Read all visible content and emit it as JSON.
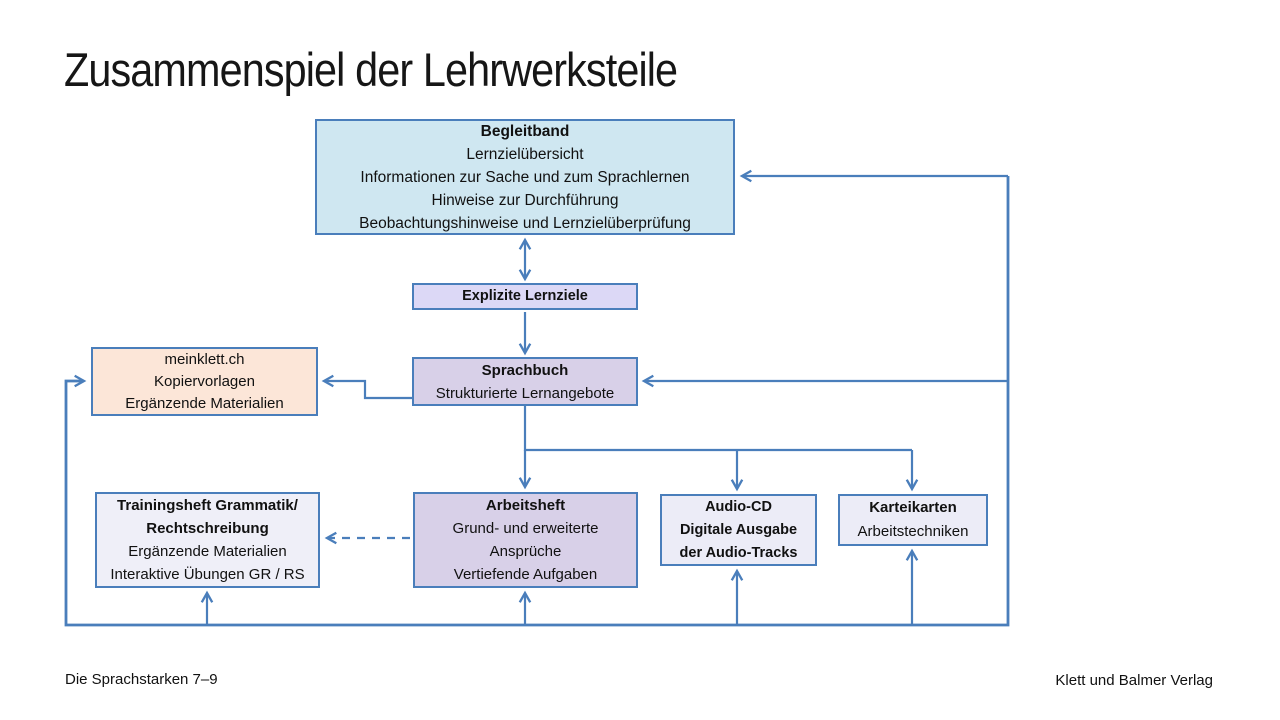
{
  "title": "Zusammenspiel der Lehrwerksteile",
  "footer": {
    "left": "Die Sprachstarken 7–9",
    "right": "Klett und Balmer Verlag"
  },
  "colors": {
    "line_accent": "#4a7ebb",
    "begleitband_fill": "#cfe7f1",
    "explizite_fill": "#dcd8f6",
    "sprachbuch_fill": "#d8d0e8",
    "meinklett_fill": "#fce6d8",
    "pale_fill": "#ececf7",
    "background": "#ffffff"
  },
  "nodes": {
    "begleitband": {
      "lines": [
        "Begleitband",
        "Lernzielübersicht",
        "Informationen zur Sache und zum Sprachlernen",
        "Hinweise zur Durchführung",
        "Beobachtungshinweise und Lernzielüberprüfung"
      ]
    },
    "explizite": {
      "lines": [
        "Explizite Lernziele"
      ]
    },
    "sprachbuch": {
      "lines": [
        "Sprachbuch",
        "Strukturierte Lernangebote"
      ]
    },
    "meinklett": {
      "lines": [
        "meinklett.ch",
        "Kopiervorlagen",
        "Ergänzende Materialien"
      ]
    },
    "trainingsheft": {
      "lines": [
        "Trainingsheft Grammatik/",
        "Rechtschreibung",
        "Ergänzende Materialien",
        "Interaktive Übungen GR / RS"
      ]
    },
    "arbeitsheft": {
      "lines": [
        "Arbeitsheft",
        "Grund- und erweiterte",
        "Ansprüche",
        "Vertiefende Aufgaben"
      ]
    },
    "audiocd": {
      "lines": [
        "Audio-CD",
        "Digitale Ausgabe",
        "der Audio-Tracks"
      ]
    },
    "karteikarten": {
      "lines": [
        "Karteikarten",
        "Arbeitstechniken"
      ]
    }
  },
  "edges": [
    {
      "from": "begleitband",
      "to": "explizite",
      "style": "double-arrow"
    },
    {
      "from": "explizite",
      "to": "sprachbuch",
      "style": "arrow"
    },
    {
      "from": "right-loop",
      "to": "begleitband",
      "style": "arrow"
    },
    {
      "from": "right-loop",
      "to": "sprachbuch",
      "style": "arrow"
    },
    {
      "from": "sprachbuch",
      "to": "meinklett",
      "style": "arrow"
    },
    {
      "from": "bottom-loop",
      "to": "meinklett",
      "style": "arrow"
    },
    {
      "from": "sprachbuch",
      "to": "arbeitsheft",
      "style": "arrow"
    },
    {
      "from": "sprachbuch",
      "to": "audiocd",
      "style": "arrow"
    },
    {
      "from": "sprachbuch",
      "to": "karteikarten",
      "style": "arrow"
    },
    {
      "from": "arbeitsheft",
      "to": "trainingsheft",
      "style": "dashed-arrow"
    },
    {
      "from": "bottom-loop",
      "to": "trainingsheft",
      "style": "arrow"
    },
    {
      "from": "bottom-loop",
      "to": "arbeitsheft",
      "style": "arrow"
    },
    {
      "from": "bottom-loop",
      "to": "audiocd",
      "style": "arrow"
    },
    {
      "from": "bottom-loop",
      "to": "karteikarten",
      "style": "arrow"
    }
  ]
}
